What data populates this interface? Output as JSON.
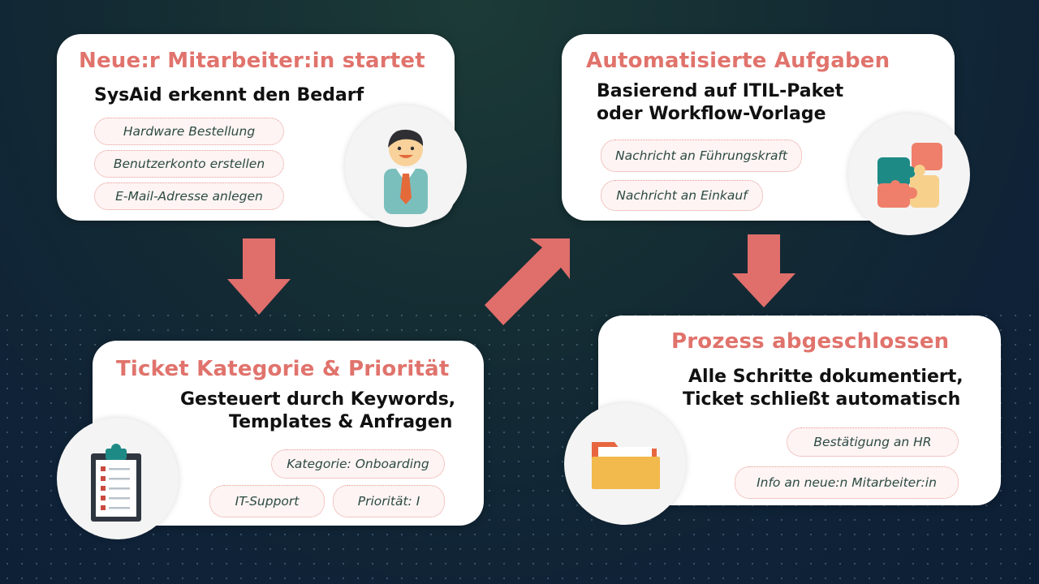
{
  "colors": {
    "accent": "#e0736c",
    "arrow": "#e06e6b",
    "card": "#ffffff",
    "text": "#111111",
    "pill_text": "#2d4a44"
  },
  "card1": {
    "title": "Neue:r Mitarbeiter:in startet",
    "subtitle": "SysAid erkennt den Bedarf",
    "pills": [
      "Hardware Bestellung",
      "Benutzerkonto erstellen",
      "E-Mail-Adresse anlegen"
    ],
    "icon": "person-icon"
  },
  "card2": {
    "title": "Automatisierte Aufgaben",
    "subtitle_line1": "Basierend auf ITIL-Paket",
    "subtitle_line2": "oder Workflow-Vorlage",
    "pills": [
      "Nachricht an Führungskraft",
      "Nachricht an Einkauf"
    ],
    "icon": "puzzle-icon"
  },
  "card3": {
    "title": "Ticket Kategorie & Priorität",
    "subtitle_line1": "Gesteuert durch Keywords,",
    "subtitle_line2": "Templates & Anfragen",
    "pills": [
      "Kategorie: Onboarding",
      "IT-Support",
      "Priorität: I"
    ],
    "icon": "clipboard-icon"
  },
  "card4": {
    "title": "Prozess abgeschlossen",
    "subtitle_line1": "Alle Schritte dokumentiert,",
    "subtitle_line2": "Ticket schließt automatisch",
    "pills": [
      "Bestätigung an HR",
      "Info an neue:n Mitarbeiter:in"
    ],
    "icon": "folder-icon"
  }
}
